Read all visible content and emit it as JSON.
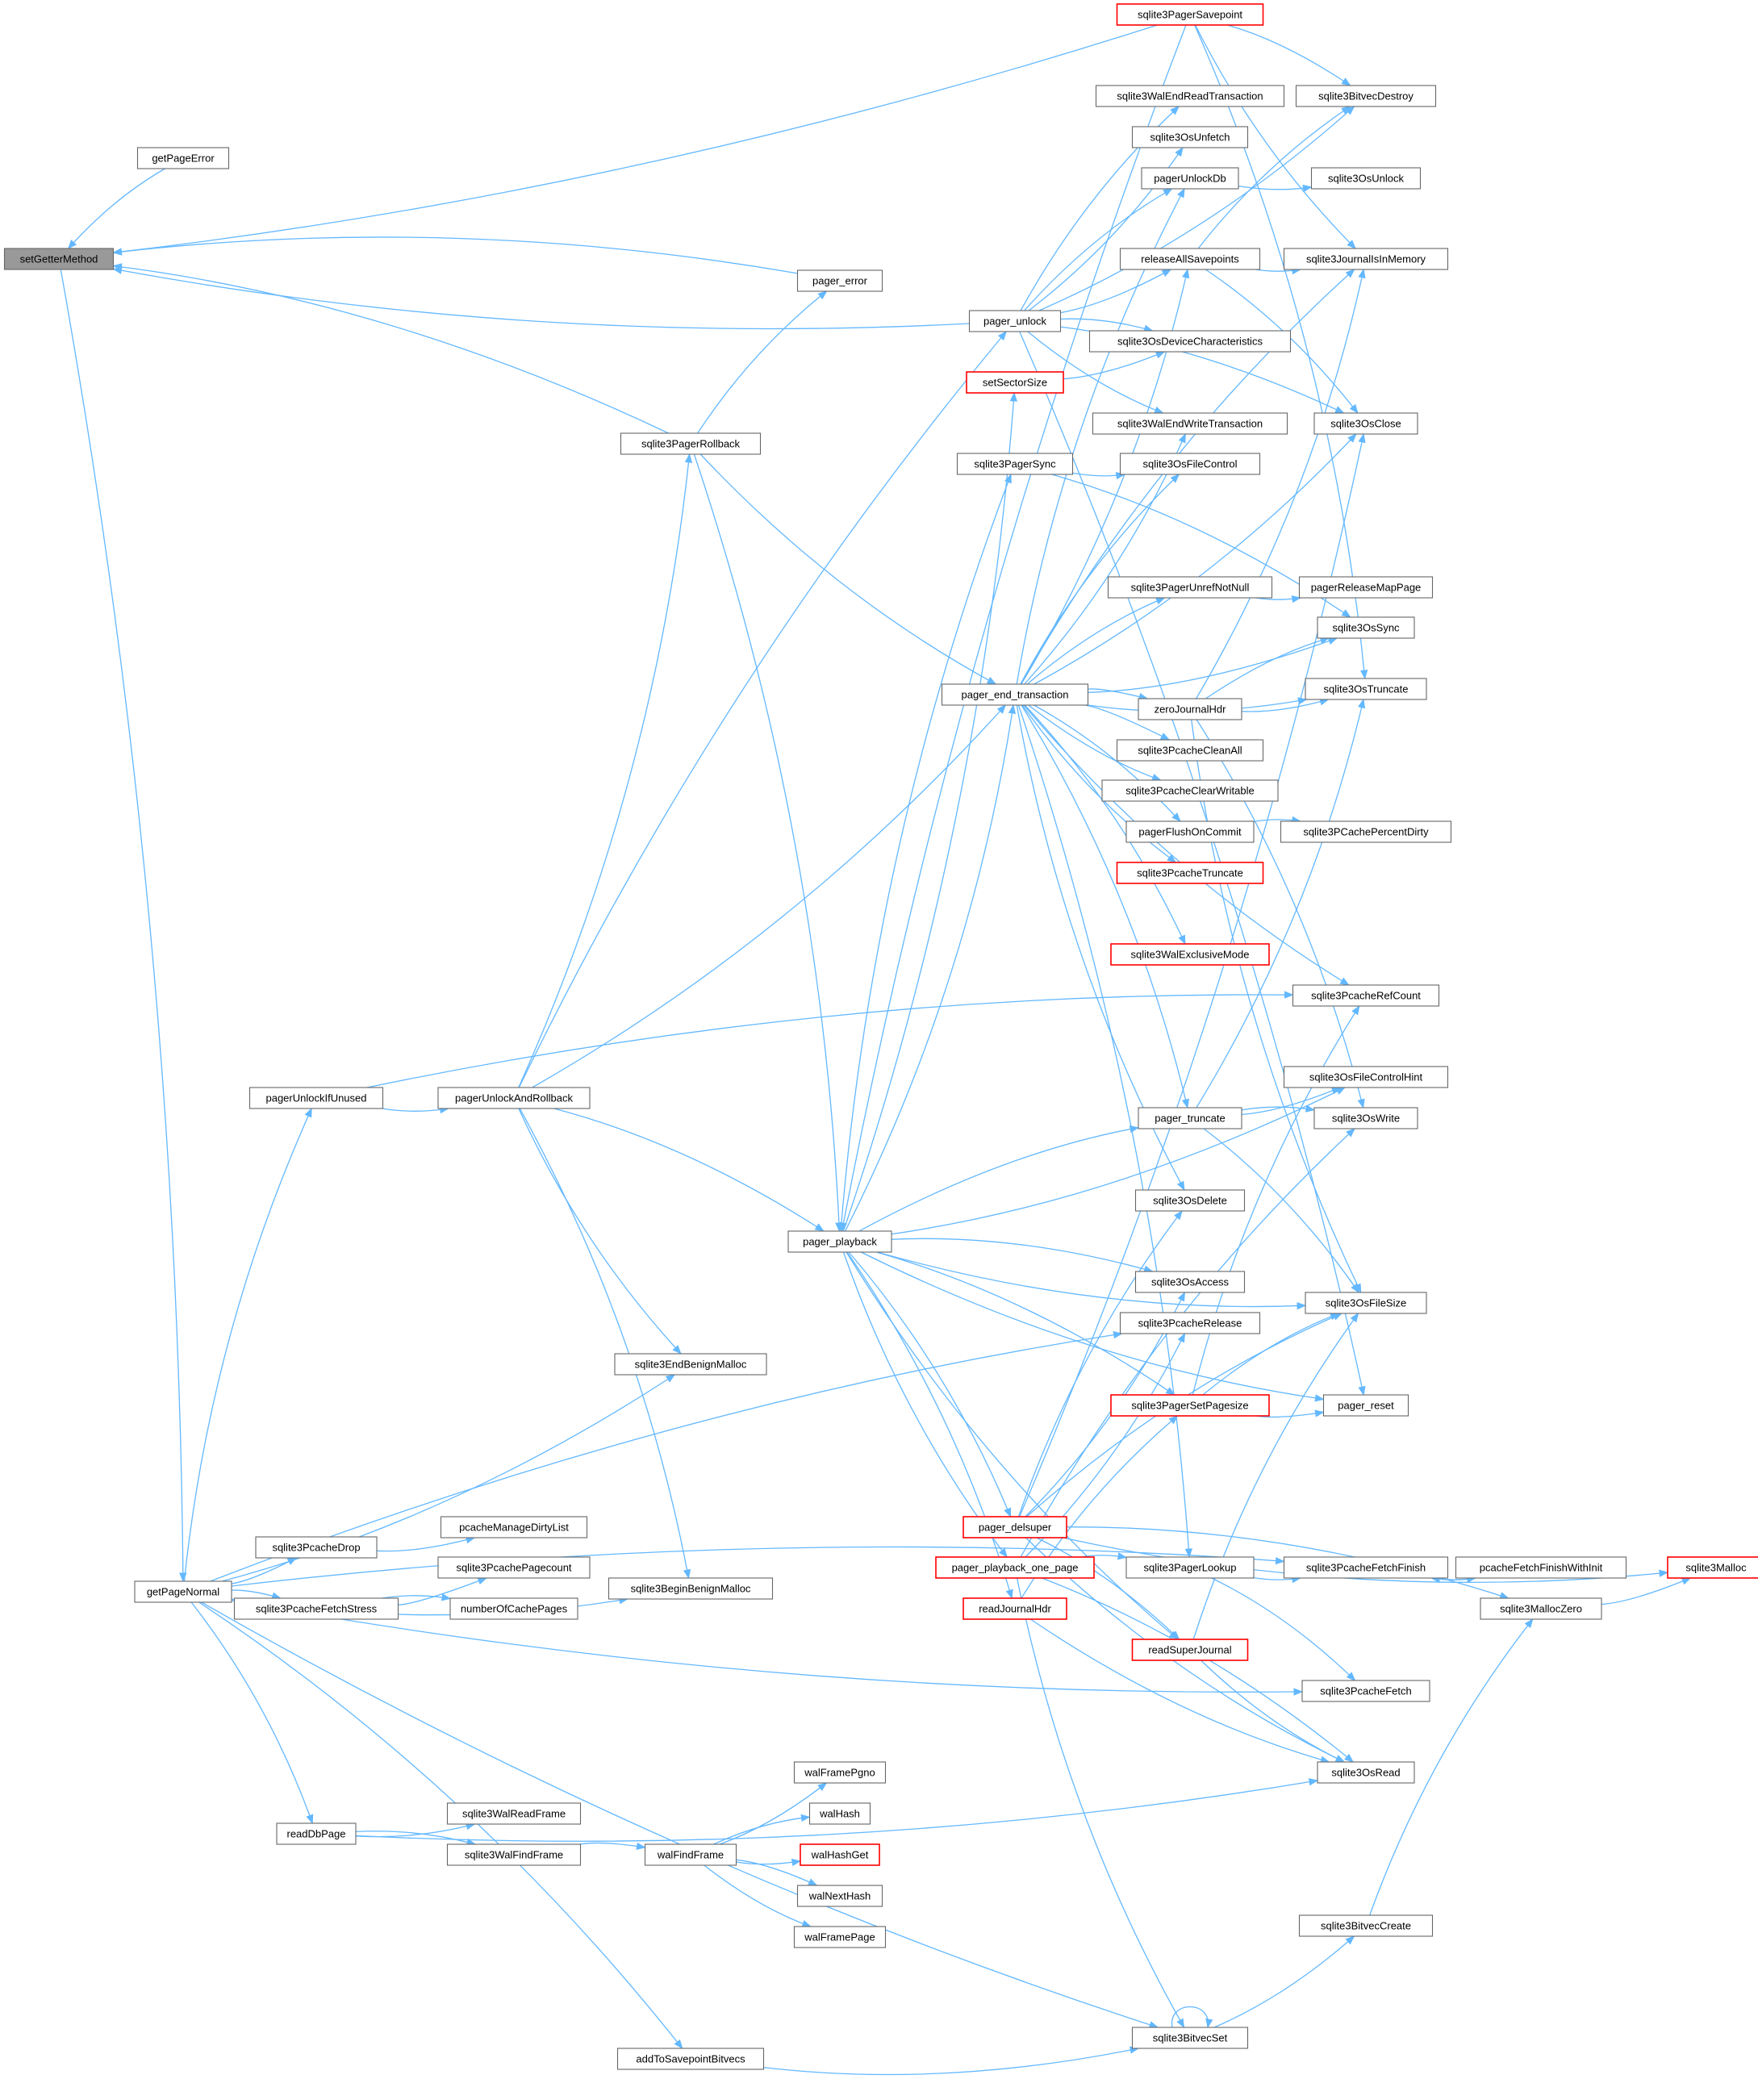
{
  "graph": {
    "nodes": [
      {
        "id": "setGetterMethod",
        "label": "setGetterMethod",
        "style": "root"
      },
      {
        "id": "getPageError",
        "label": "getPageError",
        "style": "normal"
      },
      {
        "id": "getPageNormal",
        "label": "getPageNormal",
        "style": "normal"
      },
      {
        "id": "sqlite3PagerSavepoint",
        "label": "sqlite3PagerSavepoint",
        "style": "red"
      },
      {
        "id": "sqlite3WalEndReadTransaction",
        "label": "sqlite3WalEndReadTransaction",
        "style": "normal"
      },
      {
        "id": "sqlite3BitvecDestroy",
        "label": "sqlite3BitvecDestroy",
        "style": "normal"
      },
      {
        "id": "sqlite3OsUnfetch",
        "label": "sqlite3OsUnfetch",
        "style": "normal"
      },
      {
        "id": "pagerUnlockDb",
        "label": "pagerUnlockDb",
        "style": "normal"
      },
      {
        "id": "sqlite3OsUnlock",
        "label": "sqlite3OsUnlock",
        "style": "normal"
      },
      {
        "id": "releaseAllSavepoints",
        "label": "releaseAllSavepoints",
        "style": "normal"
      },
      {
        "id": "sqlite3JournalIsInMemory",
        "label": "sqlite3JournalIsInMemory",
        "style": "normal"
      },
      {
        "id": "pager_error",
        "label": "pager_error",
        "style": "normal"
      },
      {
        "id": "pager_unlock",
        "label": "pager_unlock",
        "style": "normal"
      },
      {
        "id": "sqlite3OsDeviceCharacteristics",
        "label": "sqlite3OsDeviceCharacteristics",
        "style": "normal"
      },
      {
        "id": "setSectorSize",
        "label": "setSectorSize",
        "style": "red"
      },
      {
        "id": "sqlite3WalEndWriteTransaction",
        "label": "sqlite3WalEndWriteTransaction",
        "style": "normal"
      },
      {
        "id": "sqlite3OsClose",
        "label": "sqlite3OsClose",
        "style": "normal"
      },
      {
        "id": "sqlite3PagerRollback",
        "label": "sqlite3PagerRollback",
        "style": "normal"
      },
      {
        "id": "sqlite3PagerSync",
        "label": "sqlite3PagerSync",
        "style": "normal"
      },
      {
        "id": "sqlite3OsFileControl",
        "label": "sqlite3OsFileControl",
        "style": "normal"
      },
      {
        "id": "sqlite3PagerUnrefNotNull",
        "label": "sqlite3PagerUnrefNotNull",
        "style": "normal"
      },
      {
        "id": "pagerReleaseMapPage",
        "label": "pagerReleaseMapPage",
        "style": "normal"
      },
      {
        "id": "sqlite3OsSync",
        "label": "sqlite3OsSync",
        "style": "normal"
      },
      {
        "id": "pager_end_transaction",
        "label": "pager_end_transaction",
        "style": "normal"
      },
      {
        "id": "zeroJournalHdr",
        "label": "zeroJournalHdr",
        "style": "normal"
      },
      {
        "id": "sqlite3OsTruncate",
        "label": "sqlite3OsTruncate",
        "style": "normal"
      },
      {
        "id": "sqlite3PcacheCleanAll",
        "label": "sqlite3PcacheCleanAll",
        "style": "normal"
      },
      {
        "id": "sqlite3PcacheClearWritable",
        "label": "sqlite3PcacheClearWritable",
        "style": "normal"
      },
      {
        "id": "pagerFlushOnCommit",
        "label": "pagerFlushOnCommit",
        "style": "normal"
      },
      {
        "id": "sqlite3PCachePercentDirty",
        "label": "sqlite3PCachePercentDirty",
        "style": "normal"
      },
      {
        "id": "sqlite3PcacheTruncate",
        "label": "sqlite3PcacheTruncate",
        "style": "red"
      },
      {
        "id": "sqlite3WalExclusiveMode",
        "label": "sqlite3WalExclusiveMode",
        "style": "red"
      },
      {
        "id": "sqlite3PcacheRefCount",
        "label": "sqlite3PcacheRefCount",
        "style": "normal"
      },
      {
        "id": "pagerUnlockIfUnused",
        "label": "pagerUnlockIfUnused",
        "style": "normal"
      },
      {
        "id": "pagerUnlockAndRollback",
        "label": "pagerUnlockAndRollback",
        "style": "normal"
      },
      {
        "id": "sqlite3OsFileControlHint",
        "label": "sqlite3OsFileControlHint",
        "style": "normal"
      },
      {
        "id": "pager_truncate",
        "label": "pager_truncate",
        "style": "normal"
      },
      {
        "id": "sqlite3OsWrite",
        "label": "sqlite3OsWrite",
        "style": "normal"
      },
      {
        "id": "sqlite3OsDelete",
        "label": "sqlite3OsDelete",
        "style": "normal"
      },
      {
        "id": "pager_playback",
        "label": "pager_playback",
        "style": "normal"
      },
      {
        "id": "sqlite3OsAccess",
        "label": "sqlite3OsAccess",
        "style": "normal"
      },
      {
        "id": "sqlite3OsFileSize",
        "label": "sqlite3OsFileSize",
        "style": "normal"
      },
      {
        "id": "sqlite3PcacheRelease",
        "label": "sqlite3PcacheRelease",
        "style": "normal"
      },
      {
        "id": "sqlite3EndBenignMalloc",
        "label": "sqlite3EndBenignMalloc",
        "style": "normal"
      },
      {
        "id": "sqlite3PagerSetPagesize",
        "label": "sqlite3PagerSetPagesize",
        "style": "red"
      },
      {
        "id": "pager_reset",
        "label": "pager_reset",
        "style": "normal"
      },
      {
        "id": "pager_delsuper",
        "label": "pager_delsuper",
        "style": "red"
      },
      {
        "id": "sqlite3Malloc",
        "label": "sqlite3Malloc",
        "style": "red"
      },
      {
        "id": "sqlite3PcacheDrop",
        "label": "sqlite3PcacheDrop",
        "style": "normal"
      },
      {
        "id": "pcacheManageDirtyList",
        "label": "pcacheManageDirtyList",
        "style": "normal"
      },
      {
        "id": "pager_playback_one_page",
        "label": "pager_playback_one_page",
        "style": "red"
      },
      {
        "id": "sqlite3PagerLookup",
        "label": "sqlite3PagerLookup",
        "style": "normal"
      },
      {
        "id": "sqlite3PcacheFetchFinish",
        "label": "sqlite3PcacheFetchFinish",
        "style": "normal"
      },
      {
        "id": "pcacheFetchFinishWithInit",
        "label": "pcacheFetchFinishWithInit",
        "style": "normal"
      },
      {
        "id": "sqlite3PcachePagecount",
        "label": "sqlite3PcachePagecount",
        "style": "normal"
      },
      {
        "id": "sqlite3BeginBenignMalloc",
        "label": "sqlite3BeginBenignMalloc",
        "style": "normal"
      },
      {
        "id": "sqlite3PcacheFetchStress",
        "label": "sqlite3PcacheFetchStress",
        "style": "normal"
      },
      {
        "id": "numberOfCachePages",
        "label": "numberOfCachePages",
        "style": "normal"
      },
      {
        "id": "readJournalHdr",
        "label": "readJournalHdr",
        "style": "red"
      },
      {
        "id": "sqlite3MallocZero",
        "label": "sqlite3MallocZero",
        "style": "normal"
      },
      {
        "id": "readSuperJournal",
        "label": "readSuperJournal",
        "style": "red"
      },
      {
        "id": "sqlite3PcacheFetch",
        "label": "sqlite3PcacheFetch",
        "style": "normal"
      },
      {
        "id": "walFramePgno",
        "label": "walFramePgno",
        "style": "normal"
      },
      {
        "id": "sqlite3OsRead",
        "label": "sqlite3OsRead",
        "style": "normal"
      },
      {
        "id": "readDbPage",
        "label": "readDbPage",
        "style": "normal"
      },
      {
        "id": "sqlite3WalReadFrame",
        "label": "sqlite3WalReadFrame",
        "style": "normal"
      },
      {
        "id": "walHash",
        "label": "walHash",
        "style": "normal"
      },
      {
        "id": "sqlite3WalFindFrame",
        "label": "sqlite3WalFindFrame",
        "style": "normal"
      },
      {
        "id": "walFindFrame",
        "label": "walFindFrame",
        "style": "normal"
      },
      {
        "id": "walHashGet",
        "label": "walHashGet",
        "style": "red"
      },
      {
        "id": "walNextHash",
        "label": "walNextHash",
        "style": "normal"
      },
      {
        "id": "walFramePage",
        "label": "walFramePage",
        "style": "normal"
      },
      {
        "id": "sqlite3BitvecCreate",
        "label": "sqlite3BitvecCreate",
        "style": "normal"
      },
      {
        "id": "sqlite3BitvecSet",
        "label": "sqlite3BitvecSet",
        "style": "normal"
      },
      {
        "id": "addToSavepointBitvecs",
        "label": "addToSavepointBitvecs",
        "style": "normal"
      }
    ],
    "edges": [
      [
        "setGetterMethod",
        "getPageNormal"
      ],
      [
        "getPageError",
        "setGetterMethod"
      ],
      [
        "sqlite3PagerSavepoint",
        "setGetterMethod"
      ],
      [
        "pager_error",
        "setGetterMethod"
      ],
      [
        "pager_unlock",
        "setGetterMethod"
      ],
      [
        "sqlite3PagerRollback",
        "setGetterMethod"
      ],
      [
        "sqlite3PagerSavepoint",
        "sqlite3BitvecDestroy"
      ],
      [
        "sqlite3PagerSavepoint",
        "sqlite3JournalIsInMemory"
      ],
      [
        "sqlite3PagerSavepoint",
        "sqlite3OsTruncate"
      ],
      [
        "sqlite3PagerSavepoint",
        "pager_playback"
      ],
      [
        "pager_unlock",
        "sqlite3WalEndReadTransaction"
      ],
      [
        "pager_unlock",
        "sqlite3OsUnfetch"
      ],
      [
        "pager_unlock",
        "pagerUnlockDb"
      ],
      [
        "pager_unlock",
        "releaseAllSavepoints"
      ],
      [
        "pager_unlock",
        "sqlite3OsDeviceCharacteristics"
      ],
      [
        "pager_unlock",
        "sqlite3WalEndWriteTransaction"
      ],
      [
        "pager_unlock",
        "sqlite3OsClose"
      ],
      [
        "pager_unlock",
        "sqlite3BitvecDestroy"
      ],
      [
        "pager_unlock",
        "pager_reset"
      ],
      [
        "pagerUnlockDb",
        "sqlite3OsUnlock"
      ],
      [
        "releaseAllSavepoints",
        "sqlite3BitvecDestroy"
      ],
      [
        "releaseAllSavepoints",
        "sqlite3JournalIsInMemory"
      ],
      [
        "releaseAllSavepoints",
        "sqlite3OsClose"
      ],
      [
        "setSectorSize",
        "sqlite3OsDeviceCharacteristics"
      ],
      [
        "sqlite3PagerRollback",
        "pager_error"
      ],
      [
        "sqlite3PagerRollback",
        "pager_end_transaction"
      ],
      [
        "sqlite3PagerRollback",
        "pager_playback"
      ],
      [
        "sqlite3PagerSync",
        "sqlite3OsFileControl"
      ],
      [
        "sqlite3PagerSync",
        "sqlite3OsSync"
      ],
      [
        "sqlite3PagerUnrefNotNull",
        "pagerReleaseMapPage"
      ],
      [
        "pager_end_transaction",
        "pagerUnlockDb"
      ],
      [
        "pager_end_transaction",
        "releaseAllSavepoints"
      ],
      [
        "pager_end_transaction",
        "sqlite3JournalIsInMemory"
      ],
      [
        "pager_end_transaction",
        "sqlite3WalEndWriteTransaction"
      ],
      [
        "pager_end_transaction",
        "sqlite3OsFileControl"
      ],
      [
        "pager_end_transaction",
        "sqlite3OsClose"
      ],
      [
        "pager_end_transaction",
        "sqlite3PagerUnrefNotNull"
      ],
      [
        "pager_end_transaction",
        "sqlite3OsSync"
      ],
      [
        "pager_end_transaction",
        "zeroJournalHdr"
      ],
      [
        "pager_end_transaction",
        "sqlite3OsTruncate"
      ],
      [
        "pager_end_transaction",
        "sqlite3PcacheCleanAll"
      ],
      [
        "pager_end_transaction",
        "sqlite3PcacheClearWritable"
      ],
      [
        "pager_end_transaction",
        "pagerFlushOnCommit"
      ],
      [
        "pager_end_transaction",
        "sqlite3PcacheTruncate"
      ],
      [
        "pager_end_transaction",
        "sqlite3WalExclusiveMode"
      ],
      [
        "pager_end_transaction",
        "sqlite3PcacheRefCount"
      ],
      [
        "pager_end_transaction",
        "pager_truncate"
      ],
      [
        "pager_end_transaction",
        "sqlite3OsDelete"
      ],
      [
        "pager_end_transaction",
        "sqlite3PagerLookup"
      ],
      [
        "zeroJournalHdr",
        "sqlite3JournalIsInMemory"
      ],
      [
        "zeroJournalHdr",
        "sqlite3OsSync"
      ],
      [
        "zeroJournalHdr",
        "sqlite3OsTruncate"
      ],
      [
        "zeroJournalHdr",
        "sqlite3OsWrite"
      ],
      [
        "zeroJournalHdr",
        "sqlite3OsFileSize"
      ],
      [
        "pagerFlushOnCommit",
        "sqlite3PCachePercentDirty"
      ],
      [
        "pagerUnlockIfUnused",
        "pagerUnlockAndRollback"
      ],
      [
        "pagerUnlockIfUnused",
        "sqlite3PcacheRefCount"
      ],
      [
        "pagerUnlockAndRollback",
        "sqlite3PagerRollback"
      ],
      [
        "pagerUnlockAndRollback",
        "pager_unlock"
      ],
      [
        "pagerUnlockAndRollback",
        "pager_end_transaction"
      ],
      [
        "pagerUnlockAndRollback",
        "pager_playback"
      ],
      [
        "pagerUnlockAndRollback",
        "sqlite3EndBenignMalloc"
      ],
      [
        "pagerUnlockAndRollback",
        "sqlite3BeginBenignMalloc"
      ],
      [
        "pager_truncate",
        "sqlite3OsFileControlHint"
      ],
      [
        "pager_truncate",
        "sqlite3OsWrite"
      ],
      [
        "pager_truncate",
        "sqlite3OsTruncate"
      ],
      [
        "pager_truncate",
        "sqlite3OsFileSize"
      ],
      [
        "pager_playback",
        "setSectorSize"
      ],
      [
        "pager_playback",
        "sqlite3PagerSync"
      ],
      [
        "pager_playback",
        "pager_end_transaction"
      ],
      [
        "pager_playback",
        "pager_truncate"
      ],
      [
        "pager_playback",
        "sqlite3OsFileControlHint"
      ],
      [
        "pager_playback",
        "sqlite3OsAccess"
      ],
      [
        "pager_playback",
        "sqlite3OsFileSize"
      ],
      [
        "pager_playback",
        "sqlite3PagerSetPagesize"
      ],
      [
        "pager_playback",
        "pager_reset"
      ],
      [
        "pager_playback",
        "pager_delsuper"
      ],
      [
        "pager_playback",
        "pager_playback_one_page"
      ],
      [
        "pager_playback",
        "readJournalHdr"
      ],
      [
        "pager_playback",
        "readSuperJournal"
      ],
      [
        "sqlite3PagerSetPagesize",
        "sqlite3OsFileSize"
      ],
      [
        "sqlite3PagerSetPagesize",
        "pager_reset"
      ],
      [
        "sqlite3PagerSetPagesize",
        "sqlite3PcacheRefCount"
      ],
      [
        "pager_delsuper",
        "sqlite3OsClose"
      ],
      [
        "pager_delsuper",
        "sqlite3OsDelete"
      ],
      [
        "pager_delsuper",
        "sqlite3OsAccess"
      ],
      [
        "pager_delsuper",
        "sqlite3OsFileSize"
      ],
      [
        "pager_delsuper",
        "sqlite3Malloc"
      ],
      [
        "pager_delsuper",
        "readSuperJournal"
      ],
      [
        "pager_delsuper",
        "sqlite3OsRead"
      ],
      [
        "pager_delsuper",
        "sqlite3MallocZero"
      ],
      [
        "sqlite3PcacheDrop",
        "pcacheManageDirtyList"
      ],
      [
        "pager_playback_one_page",
        "sqlite3PagerLookup"
      ],
      [
        "pager_playback_one_page",
        "sqlite3PcacheRelease"
      ],
      [
        "pager_playback_one_page",
        "sqlite3OsRead"
      ],
      [
        "pager_playback_one_page",
        "sqlite3BitvecSet"
      ],
      [
        "pager_playback_one_page",
        "sqlite3OsWrite"
      ],
      [
        "sqlite3PagerLookup",
        "sqlite3PcacheFetchFinish"
      ],
      [
        "sqlite3PagerLookup",
        "sqlite3PcacheFetch"
      ],
      [
        "sqlite3PcacheFetchFinish",
        "pcacheFetchFinishWithInit"
      ],
      [
        "pcacheFetchFinishWithInit",
        "sqlite3PcacheFetchFinish"
      ],
      [
        "sqlite3PcacheFetchStress",
        "sqlite3PcachePagecount"
      ],
      [
        "sqlite3PcacheFetchStress",
        "numberOfCachePages"
      ],
      [
        "readJournalHdr",
        "sqlite3OsRead"
      ],
      [
        "readJournalHdr",
        "sqlite3PagerSetPagesize"
      ],
      [
        "readSuperJournal",
        "sqlite3OsRead"
      ],
      [
        "readSuperJournal",
        "sqlite3OsFileSize"
      ],
      [
        "sqlite3MallocZero",
        "sqlite3Malloc"
      ],
      [
        "getPageNormal",
        "pagerUnlockIfUnused"
      ],
      [
        "getPageNormal",
        "sqlite3EndBenignMalloc"
      ],
      [
        "getPageNormal",
        "sqlite3PcacheRelease"
      ],
      [
        "getPageNormal",
        "sqlite3PcacheDrop"
      ],
      [
        "getPageNormal",
        "sqlite3PcacheFetchStress"
      ],
      [
        "getPageNormal",
        "sqlite3BeginBenignMalloc"
      ],
      [
        "getPageNormal",
        "sqlite3PcacheFetchFinish"
      ],
      [
        "getPageNormal",
        "sqlite3PcacheFetch"
      ],
      [
        "getPageNormal",
        "readDbPage"
      ],
      [
        "getPageNormal",
        "sqlite3BitvecSet"
      ],
      [
        "getPageNormal",
        "addToSavepointBitvecs"
      ],
      [
        "readDbPage",
        "sqlite3WalReadFrame"
      ],
      [
        "readDbPage",
        "sqlite3WalFindFrame"
      ],
      [
        "readDbPage",
        "sqlite3OsRead"
      ],
      [
        "sqlite3WalFindFrame",
        "walFindFrame"
      ],
      [
        "walFindFrame",
        "walFramePgno"
      ],
      [
        "walFindFrame",
        "walHash"
      ],
      [
        "walFindFrame",
        "walHashGet"
      ],
      [
        "walFindFrame",
        "walNextHash"
      ],
      [
        "walFindFrame",
        "walFramePage"
      ],
      [
        "sqlite3BitvecCreate",
        "sqlite3MallocZero"
      ],
      [
        "sqlite3BitvecSet",
        "sqlite3BitvecCreate"
      ],
      [
        "sqlite3BitvecSet",
        "sqlite3BitvecSet"
      ],
      [
        "addToSavepointBitvecs",
        "sqlite3BitvecSet"
      ]
    ]
  },
  "colors": {
    "edge": "#63b8ff",
    "node_border": "#666666",
    "node_fill": "#ffffff",
    "root_fill": "#999999",
    "highlight_border": "#ff0000",
    "text": "#000000"
  }
}
